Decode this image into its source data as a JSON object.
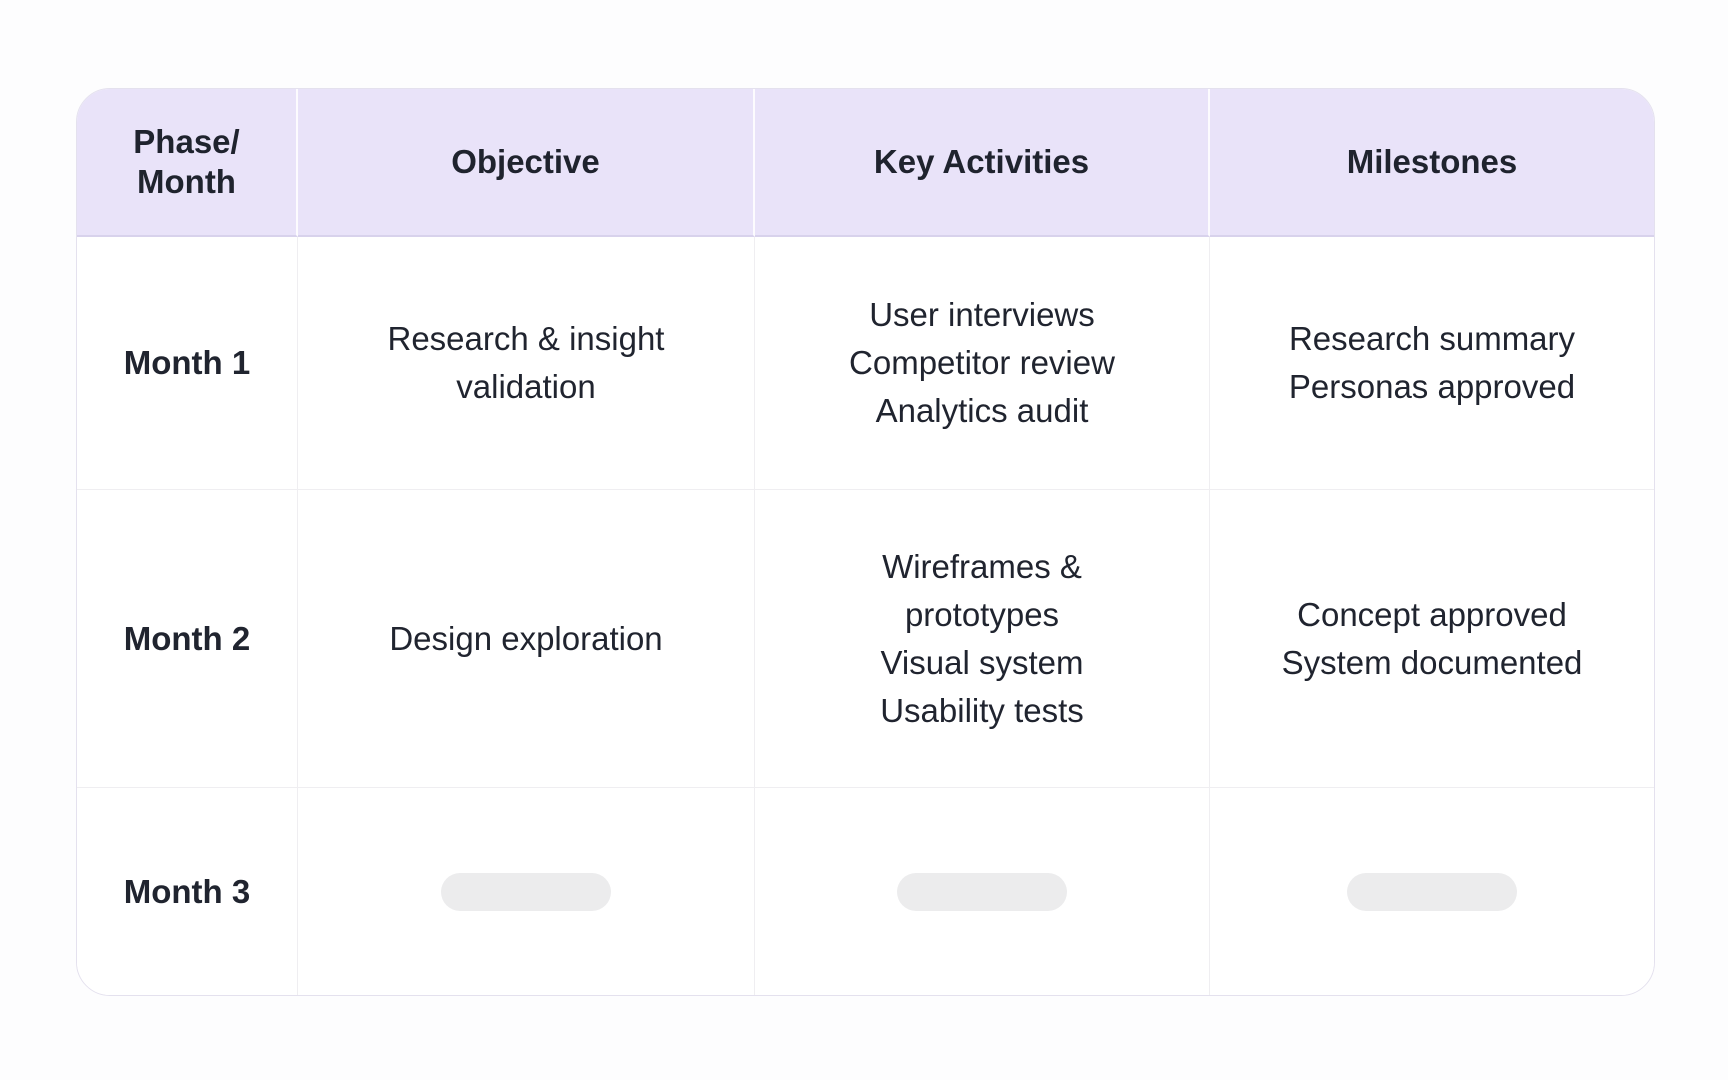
{
  "table": {
    "header_bg_color": "#E9E3F9",
    "header_divider_color": "#D8D2EC",
    "cell_border_color": "#EFEEF1",
    "text_color": "#20242F",
    "skeleton_color": "#ECECED",
    "headers": {
      "phase": "Phase/\nMonth",
      "objective": "Objective",
      "key_activities": "Key Activities",
      "milestones": "Milestones"
    },
    "rows": [
      {
        "phase": "Month 1",
        "objective": "Research & insight\nvalidation",
        "key_activities": "User interviews\nCompetitor review\nAnalytics audit",
        "milestones": "Research summary\nPersonas approved",
        "placeholder": false
      },
      {
        "phase": "Month 2",
        "objective": "Design exploration",
        "key_activities": "Wireframes &\nprototypes\nVisual system\nUsability tests",
        "milestones": "Concept approved\nSystem documented",
        "placeholder": false
      },
      {
        "phase": "Month 3",
        "objective": "",
        "key_activities": "",
        "milestones": "",
        "placeholder": true
      }
    ]
  }
}
